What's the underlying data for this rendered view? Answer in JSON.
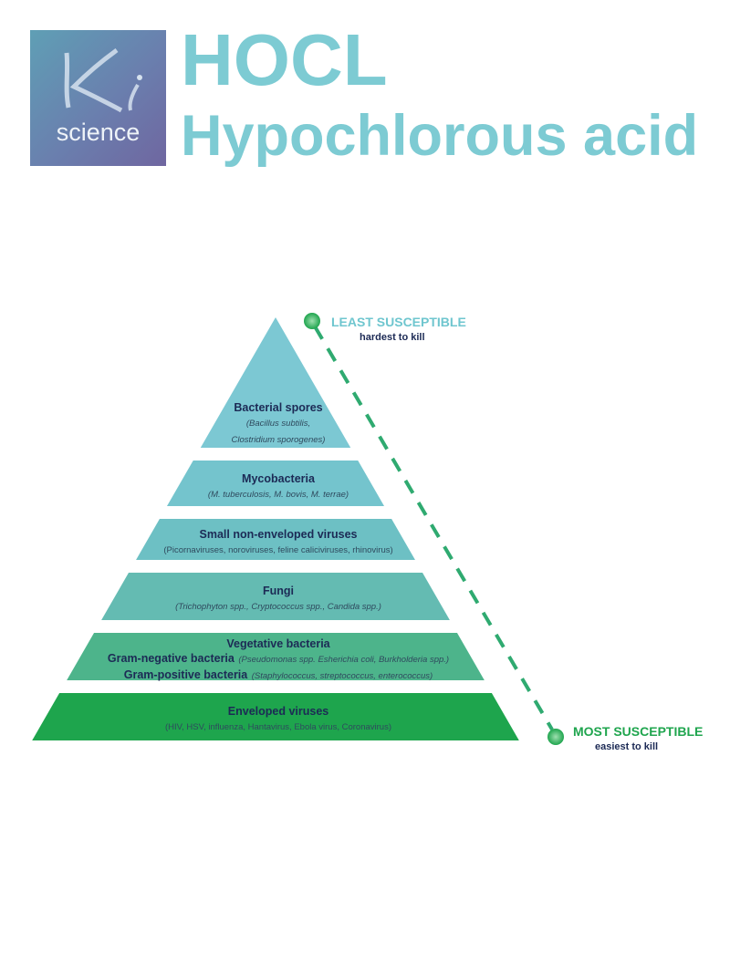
{
  "logo": {
    "mark": "Ki",
    "text": "science"
  },
  "header": {
    "title": "HOCL",
    "subtitle": "Hypochlorous acid"
  },
  "top_label": {
    "title": "LEAST SUSCEPTIBLE",
    "subtitle": "hardest to kill",
    "color": "#6fc6cf"
  },
  "bottom_label": {
    "title": "MOST SUSCEPTIBLE",
    "subtitle": "easiest to kill",
    "color": "#1fa54e"
  },
  "tiers": [
    {
      "name": "Bacterial spores",
      "examples": "(Bacillus subtilis,",
      "examples2": "Clostridium sporogenes)",
      "color": "#7cc8d3"
    },
    {
      "name": "Mycobacteria",
      "examples": "(M. tuberculosis, M. bovis, M. terrae)",
      "color": "#74c4cd"
    },
    {
      "name": "Small non-enveloped viruses",
      "examples": "(Picornaviruses, noroviruses, feline caliciviruses, rhinovirus)",
      "color": "#6dc0c4"
    },
    {
      "name": "Fungi",
      "examples": "(Trichophyton spp., Cryptococcus spp., Candida spp.)",
      "color": "#64bbb2"
    },
    {
      "name": "Vegetative bacteria",
      "line2_bold": "Gram-negative bacteria",
      "line2": "(Pseudomonas spp. Esherichia coli, Burkholderia spp.)",
      "line3_bold": "Gram-positive bacteria",
      "line3": "(Staphylococcus, streptococcus, enterococcus)",
      "color": "#4db48b"
    },
    {
      "name": "Enveloped viruses",
      "examples": "(HIV, HSV, influenza, Hantavirus, Ebola virus, Coronavirus)",
      "color": "#1ea54d"
    }
  ]
}
